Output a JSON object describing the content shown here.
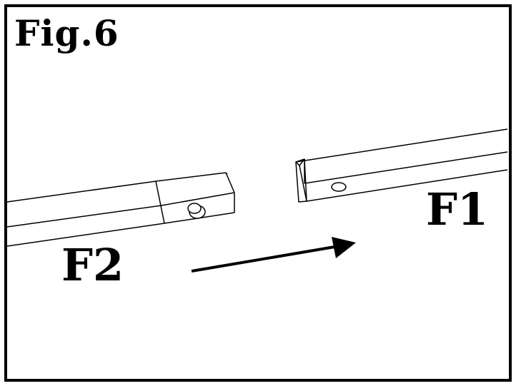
{
  "figure": {
    "title": "Fig.6",
    "part_labels": {
      "left_tube": "F2",
      "right_tube": "F1"
    },
    "colors": {
      "line": "#000000",
      "background": "#ffffff"
    },
    "arrow_direction": "right"
  }
}
